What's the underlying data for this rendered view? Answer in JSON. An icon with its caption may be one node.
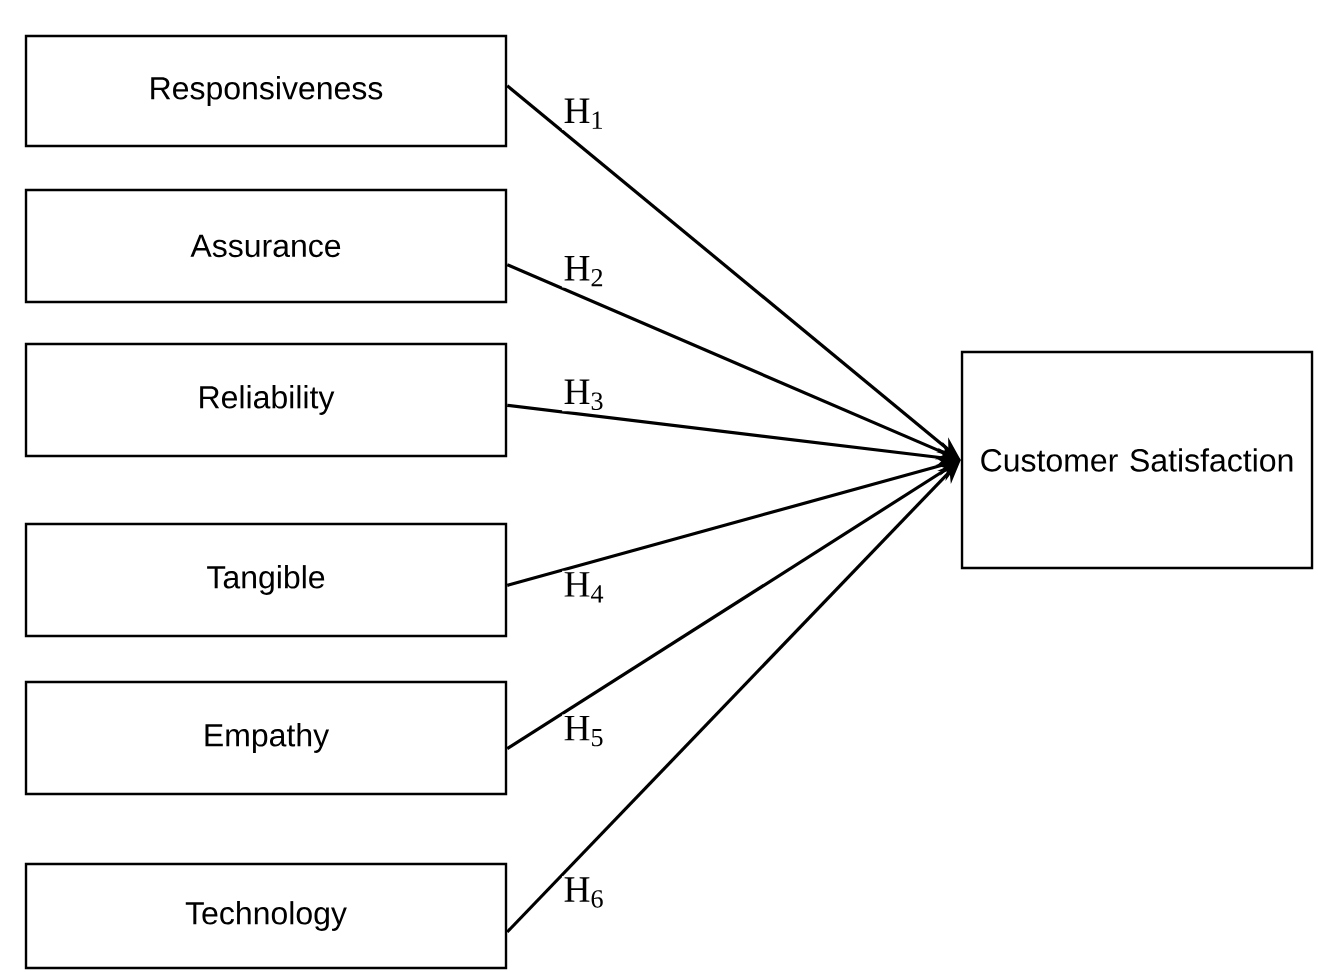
{
  "diagram": {
    "nodes": [
      {
        "text": [
          "Responsiveness"
        ]
      },
      {
        "text": [
          "Assurance"
        ]
      },
      {
        "text": [
          "Reliability"
        ]
      },
      {
        "text": [
          "Tangible"
        ]
      },
      {
        "text": [
          "Empathy"
        ]
      },
      {
        "text": [
          "Technology"
        ]
      },
      {
        "text": [
          "Customer Satisfaction"
        ]
      }
    ],
    "edges": [
      {
        "from": 0,
        "to": 6,
        "arrow": "to",
        "label": "H$_{1}$"
      },
      {
        "from": 1,
        "to": 6,
        "arrow": "to",
        "label": "H$_{2}$"
      },
      {
        "from": 2,
        "to": 6,
        "arrow": "to",
        "label": "H$_{3}$"
      },
      {
        "from": 3,
        "to": 6,
        "arrow": "to",
        "label": "H$_{4}$"
      },
      {
        "from": 4,
        "to": 6,
        "arrow": "to",
        "label": "H$_{5}$"
      },
      {
        "from": 5,
        "to": 6,
        "arrow": "to",
        "label": "H$_{6}$"
      }
    ]
  }
}
